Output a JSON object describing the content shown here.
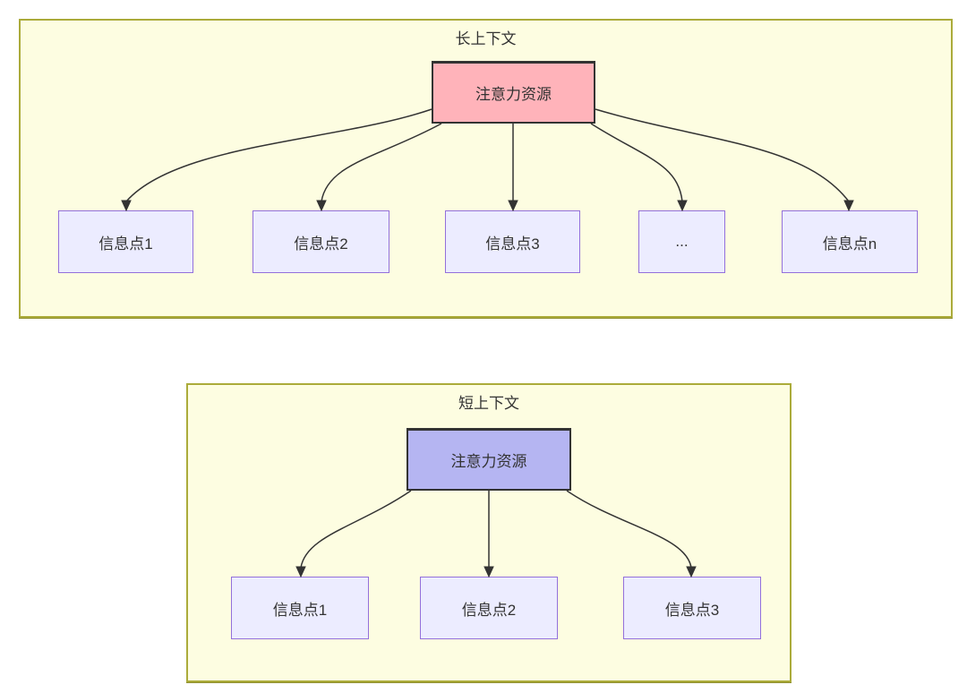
{
  "diagram": {
    "long_context": {
      "title": "长上下文",
      "attention_label": "注意力资源",
      "info_points": [
        "信息点1",
        "信息点2",
        "信息点3",
        "...",
        "信息点n"
      ]
    },
    "short_context": {
      "title": "短上下文",
      "attention_label": "注意力资源",
      "info_points": [
        "信息点1",
        "信息点2",
        "信息点3"
      ]
    },
    "colors": {
      "cluster_fill": "#fdfde1",
      "cluster_border": "#abab3a",
      "attention_long_fill": "#ffb3ba",
      "attention_short_fill": "#b5b5f2",
      "attention_border": "#333333",
      "info_fill": "#ececff",
      "info_border": "#9370db",
      "edge_color": "#333333",
      "text_color": "#333333"
    }
  }
}
